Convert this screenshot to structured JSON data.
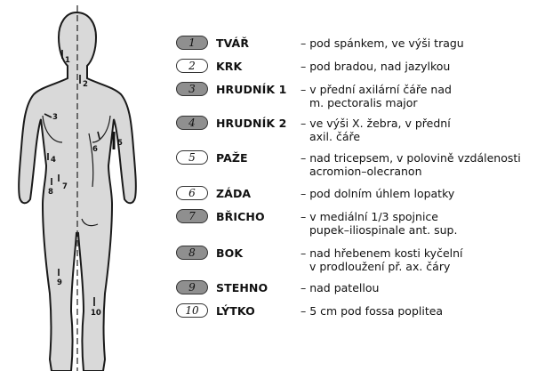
{
  "legend": [
    {
      "num": "1",
      "shade": "dark",
      "name": "TVÁŘ",
      "desc": [
        "– pod spánkem, ve výši tragu"
      ]
    },
    {
      "num": "2",
      "shade": "white",
      "name": "KRK",
      "desc": [
        "– pod bradou, nad jazylkou"
      ]
    },
    {
      "num": "3",
      "shade": "dark",
      "name": "HRUDNÍK 1",
      "desc": [
        "– v přední axilární čáře nad",
        "m. pectoralis major"
      ]
    },
    {
      "num": "4",
      "shade": "dark",
      "name": "HRUDNÍK 2",
      "desc": [
        "– ve výši X. žebra, v přední",
        "axil. čáře"
      ]
    },
    {
      "num": "5",
      "shade": "white",
      "name": "PAŽE",
      "desc": [
        "– nad tricepsem, v polovině vzdálenosti",
        "acromion–olecranon"
      ]
    },
    {
      "num": "6",
      "shade": "white",
      "name": "ZÁDA",
      "desc": [
        "– pod dolním úhlem lopatky"
      ]
    },
    {
      "num": "7",
      "shade": "dark",
      "name": "BŘICHO",
      "desc": [
        "– v mediální 1/3 spojnice",
        "pupek–iliospinale ant. sup."
      ]
    },
    {
      "num": "8",
      "shade": "dark",
      "name": "BOK",
      "desc": [
        "– nad hřebenem kosti kyčelní",
        "v prodloužení př. ax. čáry"
      ]
    },
    {
      "num": "9",
      "shade": "dark",
      "name": "STEHNO",
      "desc": [
        "– nad patellou"
      ]
    },
    {
      "num": "10",
      "shade": "white",
      "name": "LÝTKO",
      "desc": [
        "– 5 cm pod fossa poplitea"
      ]
    }
  ],
  "figure_labels": [
    "1",
    "2",
    "3",
    "4",
    "5",
    "6",
    "7",
    "8",
    "9",
    "10"
  ]
}
